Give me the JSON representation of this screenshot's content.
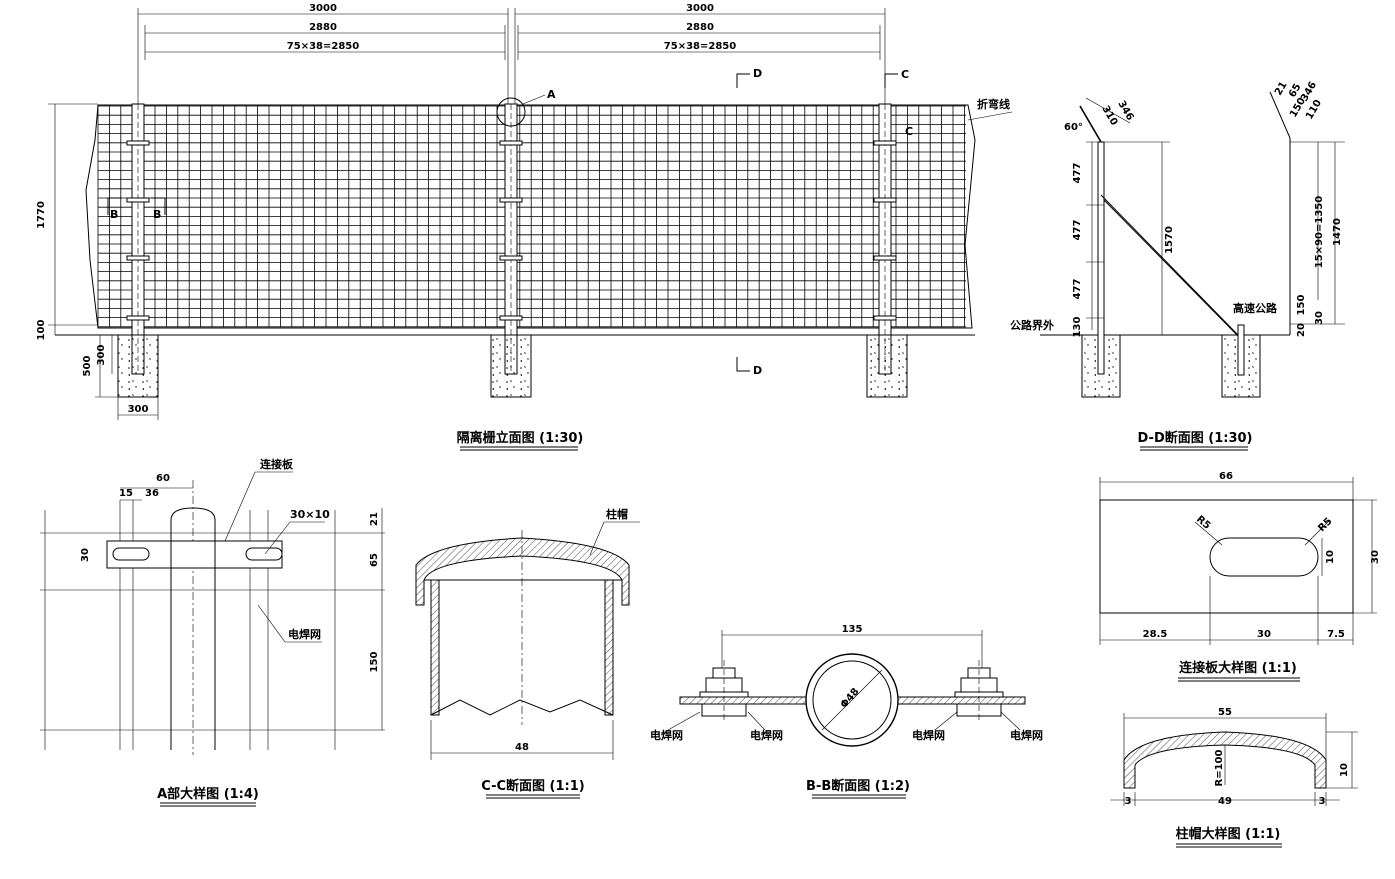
{
  "elevation": {
    "title": "隔离栅立面图 (1:30)",
    "dims": {
      "span1": "3000",
      "span2": "3000",
      "inner1": "2880",
      "inner2": "2880",
      "grid1": "75×38=2850",
      "grid2": "75×38=2850",
      "height": "1770",
      "bottom_gap": "100",
      "found_depth": "500",
      "found_embed": "300",
      "found_width": "300"
    },
    "labels": {
      "bend_line": "折弯线",
      "detail_a": "A",
      "sec_b": "B",
      "sec_c": "C",
      "sec_d": "D"
    }
  },
  "dd_section": {
    "title": "D-D断面图 (1:30)",
    "dims": {
      "a": "477",
      "b": "477",
      "c": "477",
      "d": "130",
      "total": "1570",
      "angle": "60°",
      "arm1": "346",
      "arm2": "310"
    },
    "labels": {
      "road_boundary": "公路界外",
      "highway": "高速公路"
    }
  },
  "side_view": {
    "dims": {
      "d1": "21",
      "d2": "65",
      "d3": "346",
      "d4": "150",
      "d5": "110",
      "grid": "15×90=1350",
      "total": "1470",
      "d6": "150",
      "d7": "30",
      "d8": "20"
    }
  },
  "detail_a": {
    "title": "A部大样图 (1:4)",
    "labels": {
      "connector": "连接板",
      "mesh": "电焊网",
      "slot": "30×10"
    },
    "dims": {
      "w60": "60",
      "w15": "15",
      "w36": "36",
      "h30": "30",
      "h21": "21",
      "h65": "65",
      "h150": "150"
    }
  },
  "cc_section": {
    "title": "C-C断面图 (1:1)",
    "labels": {
      "cap": "柱帽"
    },
    "dims": {
      "width": "48"
    }
  },
  "bb_section": {
    "title": "B-B断面图 (1:2)",
    "labels": {
      "mesh1": "电焊网",
      "mesh2": "电焊网",
      "mesh3": "电焊网",
      "mesh4": "电焊网"
    },
    "dims": {
      "span": "135",
      "pipe": "Φ48"
    }
  },
  "plate_detail": {
    "title": "连接板大样图 (1:1)",
    "dims": {
      "w": "66",
      "h": "30",
      "a": "28.5",
      "b": "30",
      "c": "7.5",
      "r1": "R5",
      "r2": "R5",
      "slot": "10"
    }
  },
  "cap_detail": {
    "title": "柱帽大样图 (1:1)",
    "dims": {
      "w": "55",
      "h": "10",
      "inner": "49",
      "edge1": "3",
      "edge2": "3",
      "radius": "R=100"
    }
  }
}
